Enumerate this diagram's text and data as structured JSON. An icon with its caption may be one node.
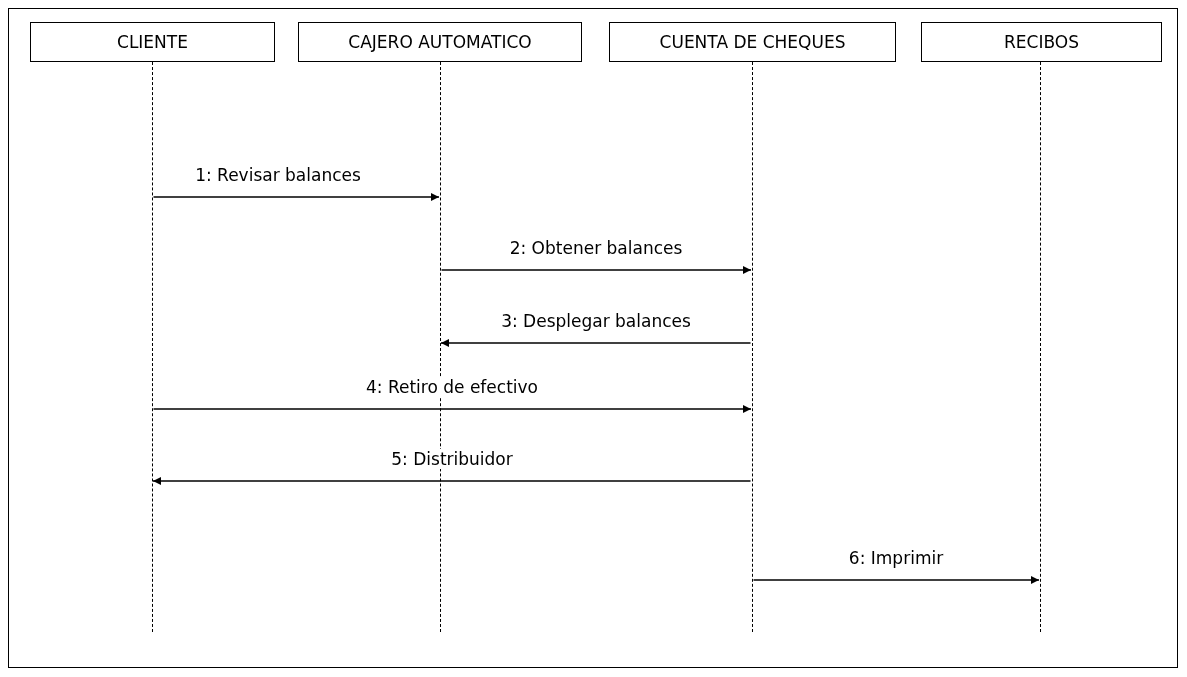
{
  "diagram": {
    "nodes": [
      {
        "text": [
          "CLIENTE"
        ]
      },
      {
        "text": [
          "CAJERO AUTOMATICO"
        ]
      },
      {
        "text": [
          "CUENTA DE CHEQUES"
        ]
      },
      {
        "text": [
          "RECIBOS"
        ]
      },
      {
        "text": [],
        "shape": "line"
      },
      {
        "text": [],
        "shape": "line"
      },
      {
        "text": [],
        "shape": "line"
      },
      {
        "text": [],
        "shape": "line"
      }
    ],
    "edges": [
      {
        "from": 4,
        "to": 5,
        "arrow": "to",
        "label": "1: Revisar balances"
      },
      {
        "from": 5,
        "to": 6,
        "arrow": "to",
        "label": "2: Obtener balances"
      },
      {
        "from": 6,
        "to": 5,
        "arrow": "to",
        "label": "3: Desplegar balances"
      },
      {
        "from": 4,
        "to": 6,
        "arrow": "to",
        "label": "4: Retiro de efectivo"
      },
      {
        "from": 6,
        "to": 4,
        "arrow": "to",
        "label": "5: Distribuidor"
      },
      {
        "from": 6,
        "to": 7,
        "arrow": "to",
        "label": "6: Imprimir"
      }
    ]
  }
}
